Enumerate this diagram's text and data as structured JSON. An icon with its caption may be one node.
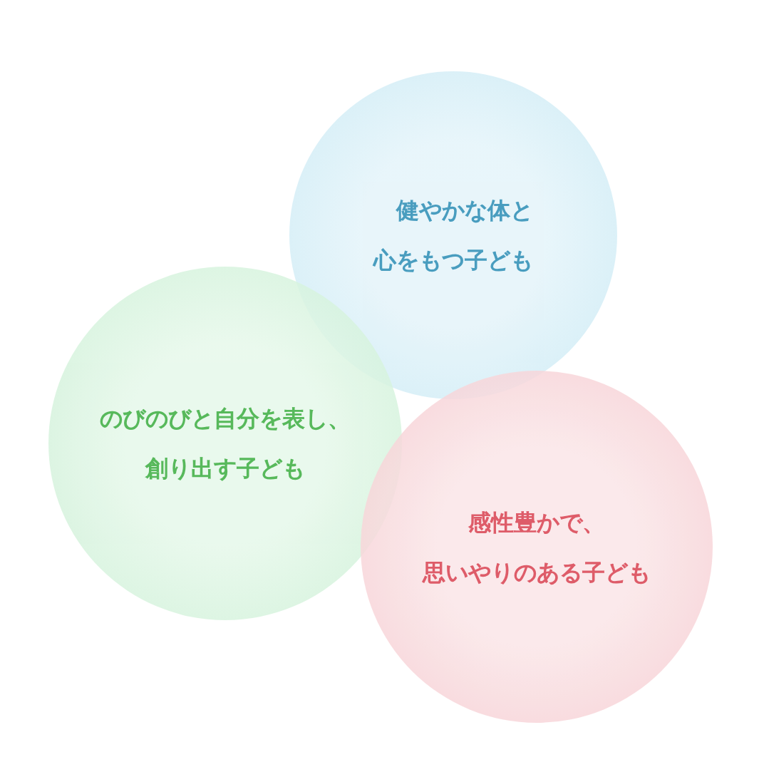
{
  "diagram": {
    "nodes": [
      {
        "text": [
          "健やかな体と心をもつ子ども"
        ]
      },
      {
        "text": [
          "のびのびと自分を表し、創り出す子ども"
        ]
      },
      {
        "text": [
          "感性豊かで、思いやりのある子ども"
        ]
      }
    ]
  }
}
